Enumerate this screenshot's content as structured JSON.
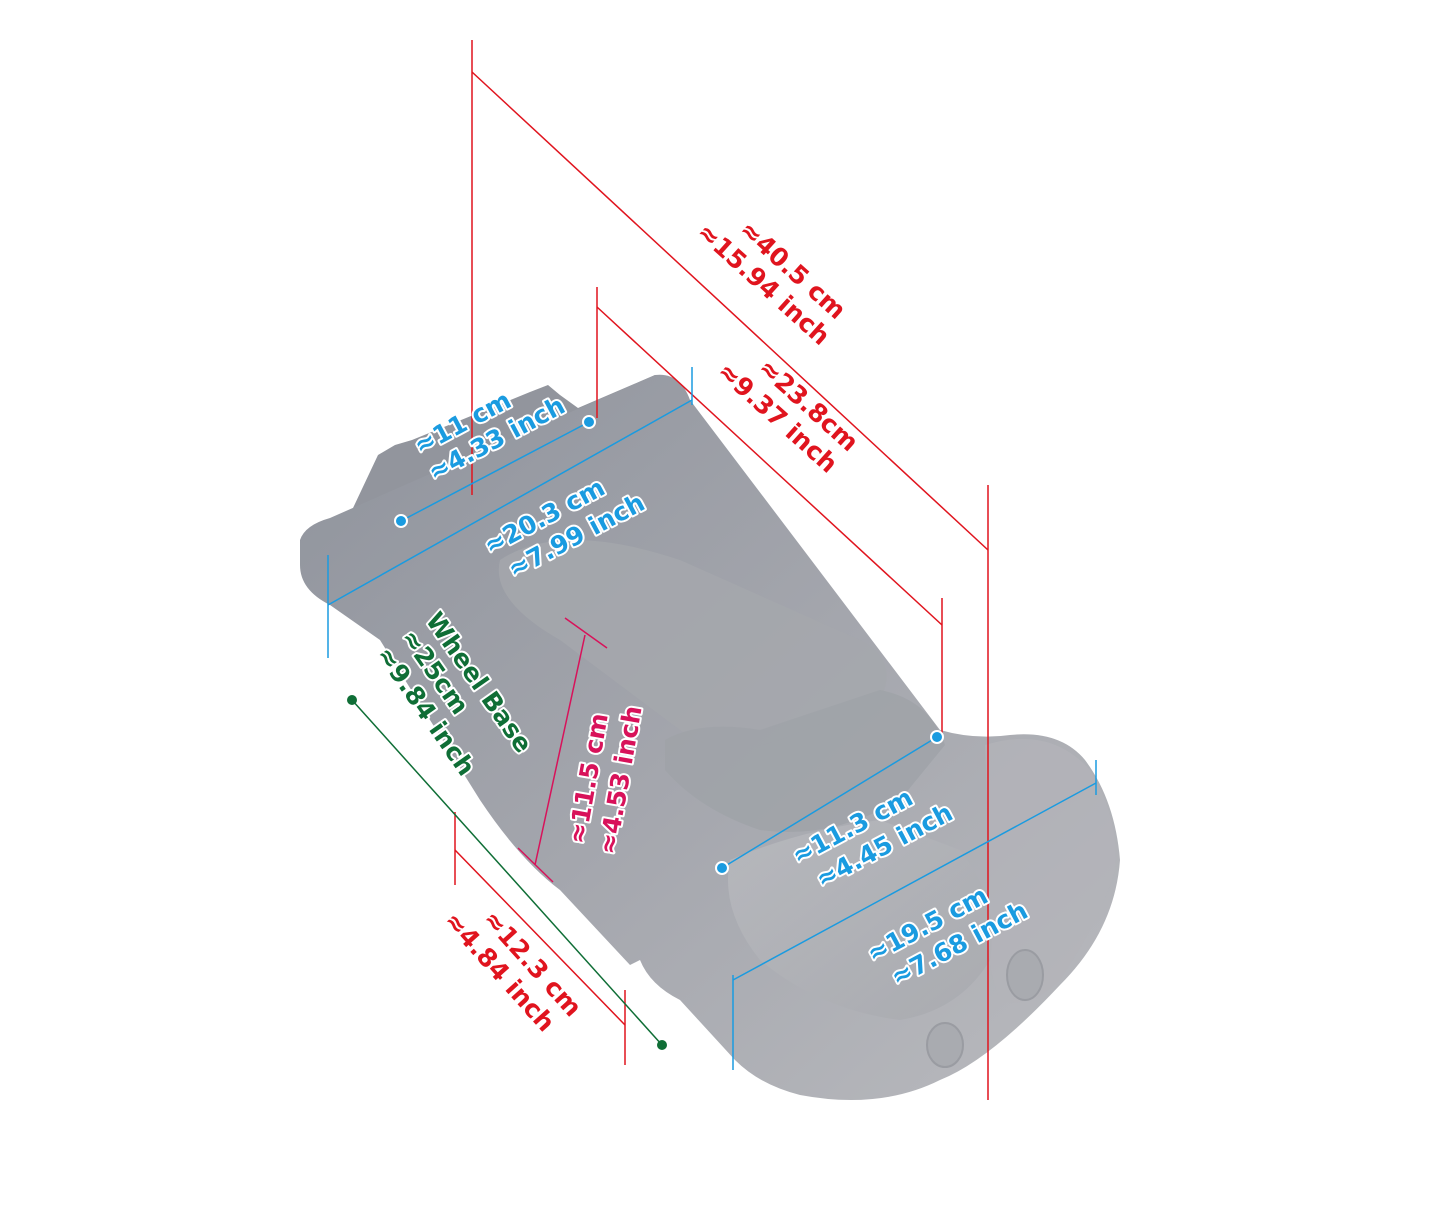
{
  "diagram": {
    "subject": "RC car body shell (beetle style) with dimensions",
    "colors": {
      "red_dimension": "#e0141e",
      "blue_dimension": "#1a9be0",
      "green_dimension": "#0f6e36",
      "pink_dimension": "#d8125a",
      "body_gray": "#9a9ca3",
      "background": "#ffffff"
    },
    "dimensions": {
      "overall_length": {
        "cm": "≈40.5 cm",
        "inch": "≈15.94 inch"
      },
      "body_length": {
        "cm": "≈23.8cm",
        "inch": "≈9.37 inch"
      },
      "rear_top_width": {
        "cm": "≈11 cm",
        "inch": "≈4.33 inch"
      },
      "rear_width": {
        "cm": "≈20.3 cm",
        "inch": "≈7.99 inch"
      },
      "wheel_base": {
        "title": "Wheel Base",
        "cm": "≈25cm",
        "inch": "≈9.84 inch"
      },
      "height": {
        "cm": "≈11.5 cm",
        "inch": "≈4.53 inch"
      },
      "front_top_width": {
        "cm": "≈11.3 cm",
        "inch": "≈4.45 inch"
      },
      "front_width": {
        "cm": "≈19.5 cm",
        "inch": "≈7.68 inch"
      },
      "side_segment": {
        "cm": "≈12.3 cm",
        "inch": "≈4.84 inch"
      }
    }
  }
}
